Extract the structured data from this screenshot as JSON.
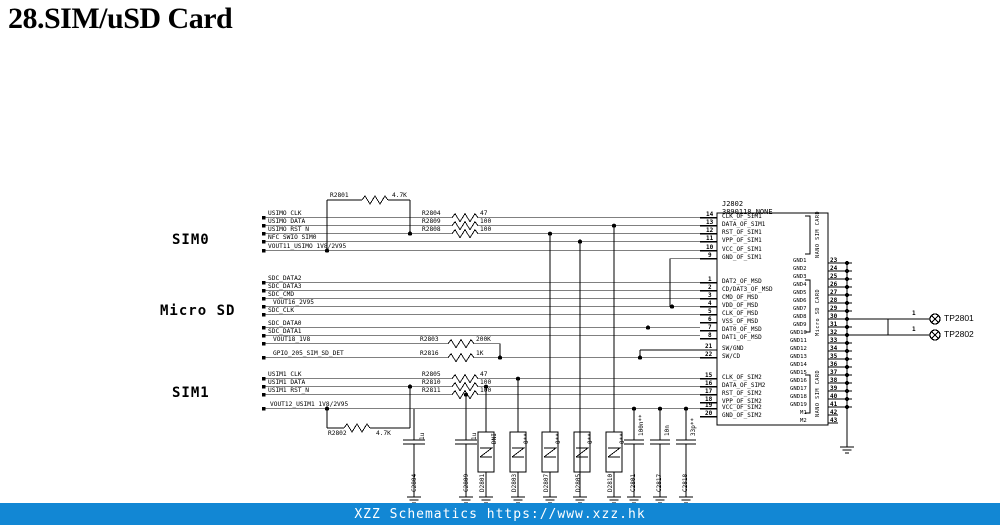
{
  "page": {
    "title": "28.SIM/uSD Card",
    "footer": "XZZ Schematics https://www.xzz.hk",
    "footer_color": "#1287d4"
  },
  "groups": [
    {
      "id": "sim0",
      "label": "SIM0"
    },
    {
      "id": "microsd",
      "label": "Micro SD"
    },
    {
      "id": "sim1",
      "label": "SIM1"
    }
  ],
  "nets": {
    "sim0": [
      "USIMO CLK",
      "USIMO DATA",
      "USIMO RST N",
      "NFC SWIO SIM0",
      "VOUT11_USIMO 1V8/2V95"
    ],
    "microsd": [
      "SDC_DATA2",
      "SDC_DATA3",
      "SDC_CMD",
      "VOUT16_2V95",
      "SDC_CLK",
      "SDC_DATA0",
      "SDC_DATA1",
      "VOUT18_1V8",
      "GPIO_205_SIM_SD_DET"
    ],
    "sim1": [
      "USIM1 CLK",
      "USIM1 DATA",
      "USIM1 RST_N",
      "VOUT12_USIM1 1V8/2V95"
    ]
  },
  "resistors": [
    {
      "ref": "R2801",
      "value": "4.7K"
    },
    {
      "ref": "R2804",
      "value": "47"
    },
    {
      "ref": "R2809",
      "value": "100"
    },
    {
      "ref": "R2808",
      "value": "100"
    },
    {
      "ref": "R2803",
      "value": "200K"
    },
    {
      "ref": "R2816",
      "value": "1K"
    },
    {
      "ref": "R2805",
      "value": "47"
    },
    {
      "ref": "R2810",
      "value": "100"
    },
    {
      "ref": "R2811",
      "value": "100"
    },
    {
      "ref": "R2802",
      "value": "4.7K"
    }
  ],
  "capacitors": [
    {
      "ref": "C2804",
      "value": "1u"
    },
    {
      "ref": "C2809",
      "value": "1u"
    },
    {
      "ref": "C2801",
      "value": "100n**"
    },
    {
      "ref": "C2817",
      "value": "10n"
    },
    {
      "ref": "C2818",
      "value": "33p**"
    }
  ],
  "diodes": [
    {
      "ref": "D2801",
      "value": "DNI"
    },
    {
      "ref": "D2803",
      "value": "0**"
    },
    {
      "ref": "D2807",
      "value": "0**"
    },
    {
      "ref": "D2805",
      "value": "0**"
    },
    {
      "ref": "D2810",
      "value": "0**"
    }
  ],
  "connector": {
    "ref": "J2802",
    "part": "3890118_NONE",
    "sections": [
      {
        "name": "NANO SIM CARD",
        "pins": [
          {
            "num": "14",
            "name": "CLK_OF_SIM1"
          },
          {
            "num": "13",
            "name": "DATA_OF_SIM1"
          },
          {
            "num": "12",
            "name": "RST_OF_SIM1"
          },
          {
            "num": "11",
            "name": "VPP_OF_SIM1"
          },
          {
            "num": "10",
            "name": "VCC_OF_SIM1"
          },
          {
            "num": "9",
            "name": "GND_OF_SIM1"
          }
        ]
      },
      {
        "name": "Micro SD CARD",
        "pins": [
          {
            "num": "1",
            "name": "DAT2_OF_MSD"
          },
          {
            "num": "2",
            "name": "CD/DAT3_OF_MSD"
          },
          {
            "num": "3",
            "name": "CMD_OF_MSD"
          },
          {
            "num": "4",
            "name": "VDD_OF_MSD"
          },
          {
            "num": "5",
            "name": "CLK_OF_MSD"
          },
          {
            "num": "6",
            "name": "VSS_OF_MSD"
          },
          {
            "num": "7",
            "name": "DAT0_OF_MSD"
          },
          {
            "num": "8",
            "name": "DAT1_OF_MSD"
          }
        ]
      },
      {
        "name": "",
        "pins": [
          {
            "num": "21",
            "name": "SW/GND"
          },
          {
            "num": "22",
            "name": "SW/CD"
          }
        ]
      },
      {
        "name": "NANO SIM CARD",
        "pins": [
          {
            "num": "15",
            "name": "CLK_OF_SIM2"
          },
          {
            "num": "16",
            "name": "DATA_OF_SIM2"
          },
          {
            "num": "17",
            "name": "RST_OF_SIM2"
          },
          {
            "num": "18",
            "name": "VPP_OF_SIM2"
          },
          {
            "num": "19",
            "name": "VCC_OF_SIM2"
          },
          {
            "num": "20",
            "name": "GND_OF_SIM2"
          }
        ]
      }
    ],
    "ground_pins": [
      {
        "name": "GND1",
        "num": "23"
      },
      {
        "name": "GND2",
        "num": "24"
      },
      {
        "name": "GND3",
        "num": "25"
      },
      {
        "name": "GND4",
        "num": "26"
      },
      {
        "name": "GND5",
        "num": "27"
      },
      {
        "name": "GND6",
        "num": "28"
      },
      {
        "name": "GND7",
        "num": "29"
      },
      {
        "name": "GND8",
        "num": "30"
      },
      {
        "name": "GND9",
        "num": "31"
      },
      {
        "name": "GND10",
        "num": "32"
      },
      {
        "name": "GND11",
        "num": "33"
      },
      {
        "name": "GND12",
        "num": "34"
      },
      {
        "name": "GND13",
        "num": "35"
      },
      {
        "name": "GND14",
        "num": "36"
      },
      {
        "name": "GND15",
        "num": "37"
      },
      {
        "name": "GND16",
        "num": "38"
      },
      {
        "name": "GND17",
        "num": "39"
      },
      {
        "name": "GND18",
        "num": "40"
      },
      {
        "name": "GND19",
        "num": "41"
      },
      {
        "name": "M1",
        "num": "42"
      },
      {
        "name": "M2",
        "num": "43"
      }
    ]
  },
  "testpoints": [
    {
      "ref": "TP2801",
      "pin": "1"
    },
    {
      "ref": "TP2802",
      "pin": "1"
    }
  ]
}
